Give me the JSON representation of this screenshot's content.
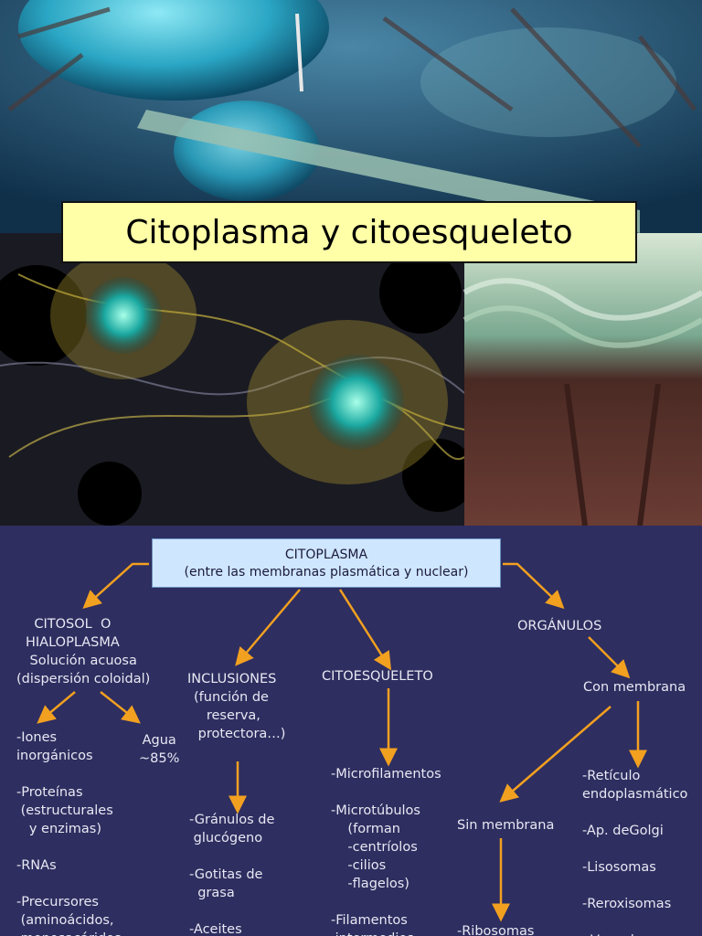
{
  "title": "Citoplasma y citoesqueleto",
  "colors": {
    "title_bg": "#ffffa8",
    "diagram_bg": "#2e2e60",
    "root_bg": "#cfe6ff",
    "arrow": "#f2a020",
    "text": "#e8e8f4"
  },
  "diagram": {
    "root_line1": "CITOPLASMA",
    "root_line2": "(entre las membranas plasmática y nuclear)",
    "citosol": {
      "heading": "CITOSOL  O\nHIALOPLASMA",
      "desc": "Solución acuosa\n(dispersión coloidal)",
      "left_list": "-Iones\ninorgánicos\n\n-Proteínas\n (estructurales\n   y enzimas)\n\n-RNAs\n\n-Precursores\n (aminoácidos,\n monosacáridos",
      "agua": "Agua\n~85%"
    },
    "inclusiones": {
      "heading": "INCLUSIONES",
      "desc": "(función de\n   reserva,\n protectora…)",
      "list": "-Gránulos de\n glucógeno\n\n-Gotitas de\n  grasa\n\n-Aceites"
    },
    "citoesqueleto": {
      "heading": "CITOESQUELETO",
      "list": "-Microfilamentos\n\n-Microtúbulos\n    (forman\n    -centríolos\n    -cilios\n    -flagelos)\n\n-Filamentos\n intermedios"
    },
    "organulos": {
      "heading": "ORGÁNULOS",
      "con_membrana": "Con membrana",
      "con_list": "-Retículo\nendoplasmático\n\n-Ap. deGolgi\n\n-Lisosomas\n\n-Reroxisomas\n\n -Vacuolas",
      "sin_membrana": "Sin membrana",
      "sin_list": "-Ribosomas"
    }
  }
}
